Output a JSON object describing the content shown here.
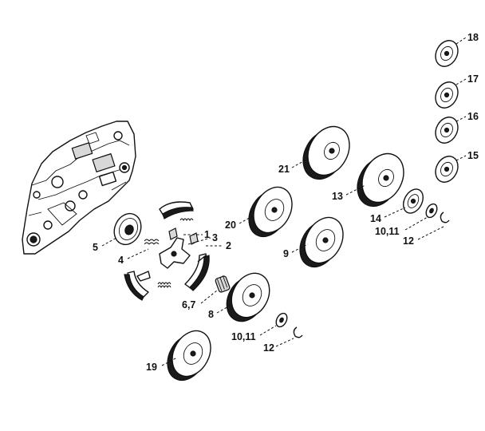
{
  "callouts": [
    {
      "id": "c1",
      "label": "1"
    },
    {
      "id": "c2",
      "label": "2"
    },
    {
      "id": "c3",
      "label": "3"
    },
    {
      "id": "c4",
      "label": "4"
    },
    {
      "id": "c5",
      "label": "5"
    },
    {
      "id": "c67",
      "label": "6,7"
    },
    {
      "id": "c8",
      "label": "8"
    },
    {
      "id": "c9",
      "label": "9"
    },
    {
      "id": "c1011a",
      "label": "10,11"
    },
    {
      "id": "c1011b",
      "label": "10,11"
    },
    {
      "id": "c12a",
      "label": "12"
    },
    {
      "id": "c12b",
      "label": "12"
    },
    {
      "id": "c13",
      "label": "13"
    },
    {
      "id": "c14",
      "label": "14"
    },
    {
      "id": "c15",
      "label": "15"
    },
    {
      "id": "c16",
      "label": "16"
    },
    {
      "id": "c17",
      "label": "17"
    },
    {
      "id": "c18",
      "label": "18"
    },
    {
      "id": "c19",
      "label": "19"
    },
    {
      "id": "c20",
      "label": "20"
    },
    {
      "id": "c21",
      "label": "21"
    }
  ]
}
